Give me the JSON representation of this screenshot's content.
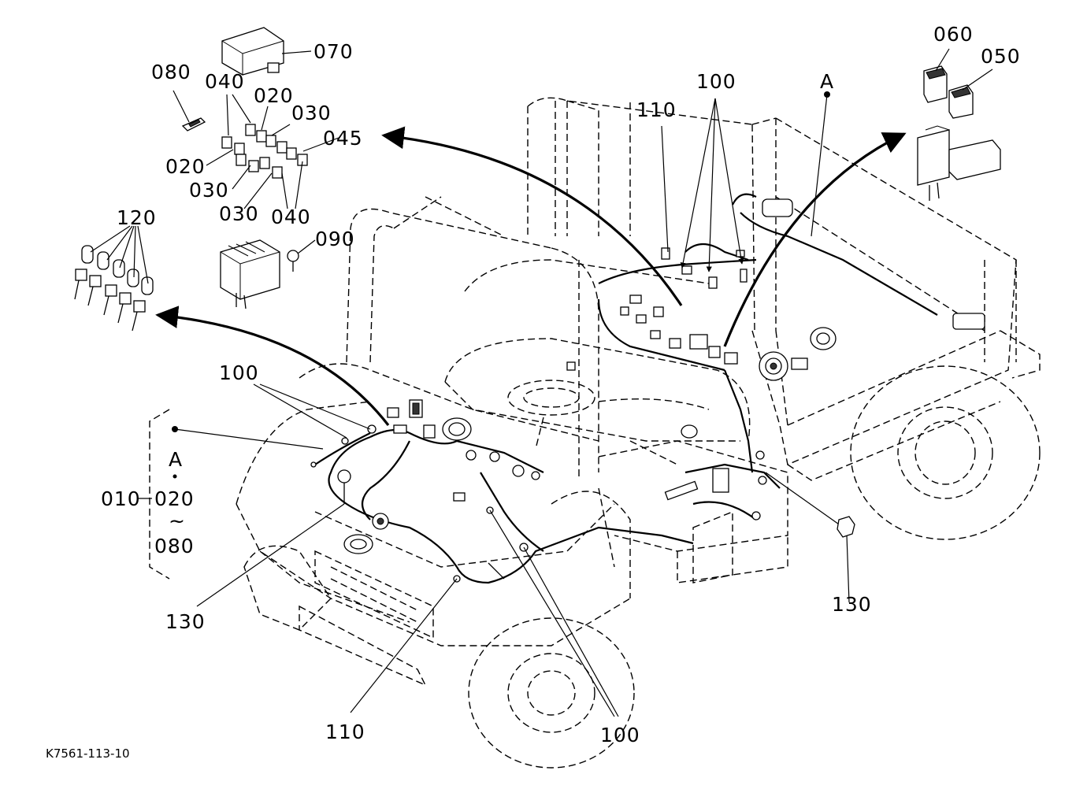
{
  "labels": {
    "l070": "070",
    "l080": "080",
    "l040a": "040",
    "l020a": "020",
    "l030a": "030",
    "l045": "045",
    "l020b": "020",
    "l030b": "030",
    "l030c": "030",
    "l040b": "040",
    "l090": "090",
    "l120": "120",
    "l100a": "100",
    "l110a": "110",
    "lA": "A",
    "l060": "060",
    "l050": "050",
    "l100b": "100",
    "l010": "010",
    "lA2": "A",
    "l020c": "020",
    "ltilde": "~",
    "l080b": "080",
    "l130a": "130",
    "l130b": "130",
    "l110b": "110",
    "l100c": "100",
    "code": "K7561-113-10"
  }
}
